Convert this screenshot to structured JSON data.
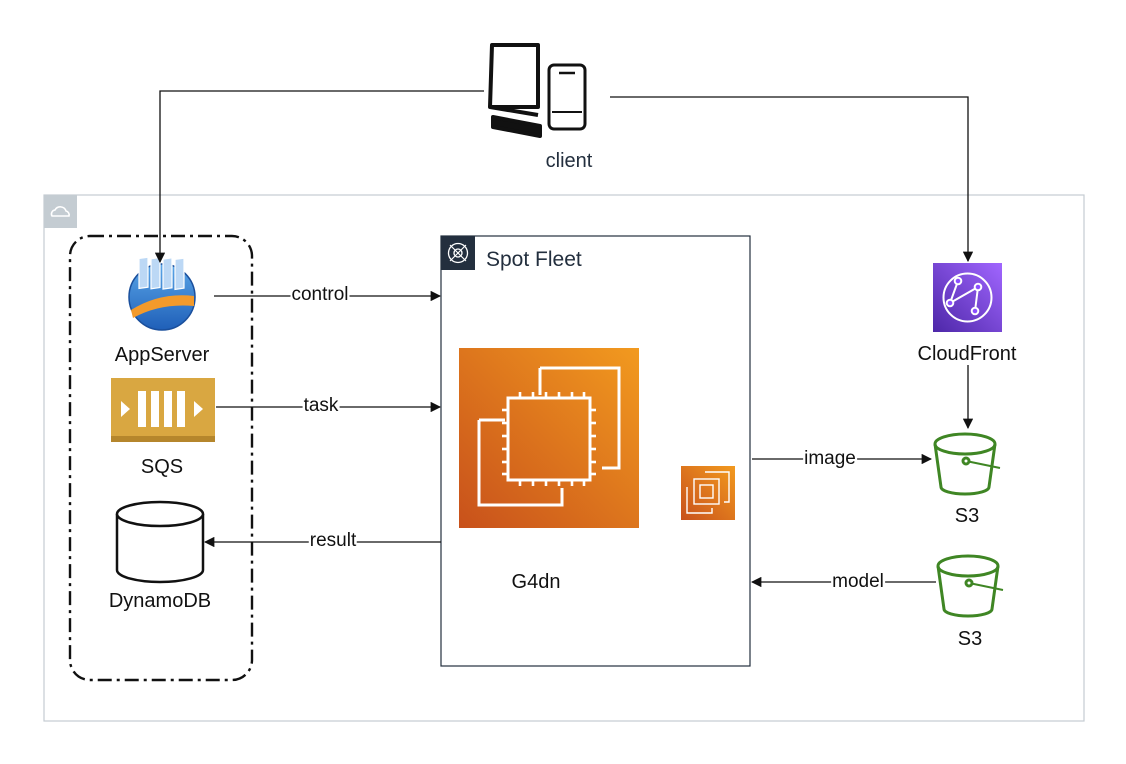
{
  "client": {
    "label": "client"
  },
  "spot_fleet": {
    "title": "Spot Fleet",
    "instance_label": "G4dn"
  },
  "left_group": {
    "appserver": "AppServer",
    "sqs": "SQS",
    "dynamodb": "DynamoDB"
  },
  "right": {
    "cloudfront": "CloudFront",
    "s3_image": "S3",
    "s3_model": "S3"
  },
  "edges": {
    "control": "control",
    "task": "task",
    "result": "result",
    "image": "image",
    "model": "model"
  },
  "colors": {
    "ec2_orange": "#e8761b",
    "cloudfront_purple": "#8c4fff",
    "sqs_gold": "#d9a741",
    "s3_green": "#3f8624",
    "aws_dark": "#232f3e",
    "cloud_border": "#c4ccd2",
    "line": "#111111"
  },
  "icons": {
    "client": "desktop-and-mobile-icon",
    "cloud": "aws-cloud-icon",
    "spot_fleet": "spot-fleet-icon",
    "appserver": "app-server-icon",
    "sqs": "sqs-queue-icon",
    "dynamodb": "database-icon",
    "ec2": "ec2-instance-icon",
    "cloudfront": "cloudfront-icon",
    "s3": "s3-bucket-icon"
  }
}
